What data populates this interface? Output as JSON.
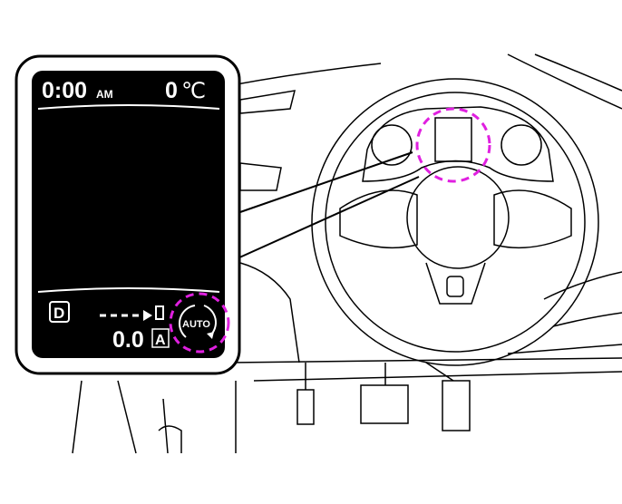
{
  "display": {
    "time": "0:00",
    "time_suffix": "AM",
    "temperature": "0",
    "temperature_unit": "℃",
    "gear": "D",
    "odometer": "0.0",
    "odometer_mode": "A",
    "auto_button_label": "AUTO"
  },
  "colors": {
    "highlight": "#e020e0",
    "screen": "#000000",
    "line": "#000000"
  }
}
